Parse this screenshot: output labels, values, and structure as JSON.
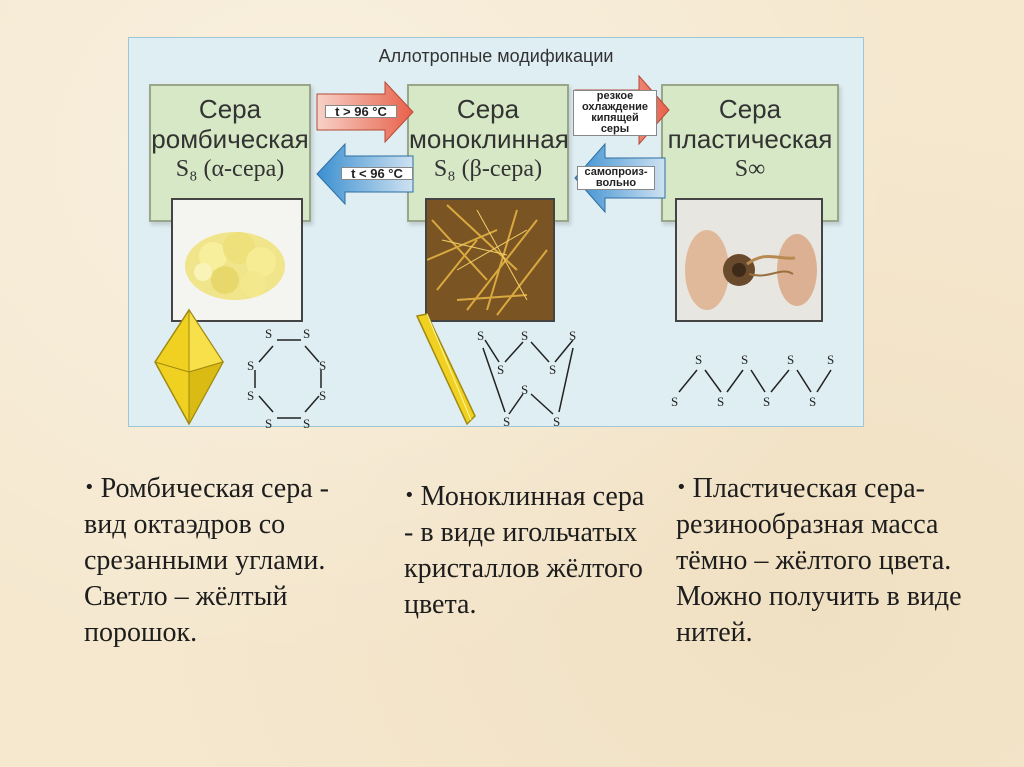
{
  "diagram": {
    "title": "Аллотропные модификации",
    "boxes": [
      {
        "line1": "Сера",
        "line2": "ромбическая",
        "line3": "S₈ (α-сера)"
      },
      {
        "line1": "Сера",
        "line2": "моноклинная",
        "line3": "S₈ (β-сера)"
      },
      {
        "line1": "Сера",
        "line2": "пластическая",
        "line3": "S∞"
      }
    ],
    "arrows": {
      "a_to_b": "t > 96 °C",
      "b_to_a": "t < 96 °C",
      "b_to_c": [
        "резкое",
        "охлаждение",
        "кипящей",
        "серы"
      ],
      "c_to_b": [
        "самопроиз-",
        "вольно"
      ]
    },
    "atom_label": "S",
    "colors": {
      "arrow_red": "#e8604a",
      "arrow_blue": "#3a8fd0",
      "crystal_yellow": "#f0d020",
      "box_green": "#d6e8c5"
    }
  },
  "descriptions": [
    {
      "text": "Ромбическая сера - вид октаэдров со срезанными углами. Светло – жёлтый порошок."
    },
    {
      "text": "Моноклинная сера - в виде игольчатых кристаллов жёлтого цвета."
    },
    {
      "text": "Пластическая сера- резинообразная масса тёмно – жёлтого цвета. Можно получить в виде нитей."
    }
  ]
}
